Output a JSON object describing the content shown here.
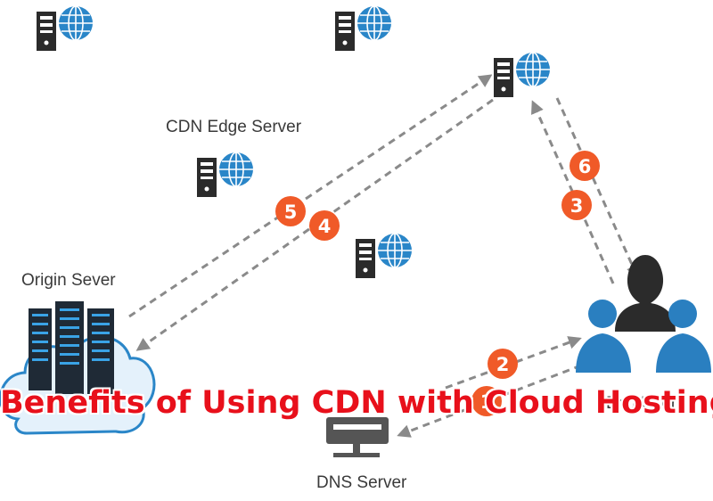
{
  "labels": {
    "cdn_edge_server": "CDN Edge Server",
    "origin_server": "Origin Sever",
    "end_users": "End Users",
    "dns_server": "DNS Server"
  },
  "steps": [
    "1",
    "2",
    "3",
    "4",
    "5",
    "6"
  ],
  "headline": "Benefits of Using CDN with Cloud Hosting",
  "colors": {
    "headline": "#e8101b",
    "badge": "#f05a28",
    "globe": "#2a86c8",
    "server": "#2b2b2b",
    "users": "#2a7fc0",
    "arrow": "#8a8a8a"
  },
  "icons": [
    "server-globe-icon",
    "origin-server-cloud-icon",
    "end-users-icon",
    "dns-server-icon"
  ]
}
